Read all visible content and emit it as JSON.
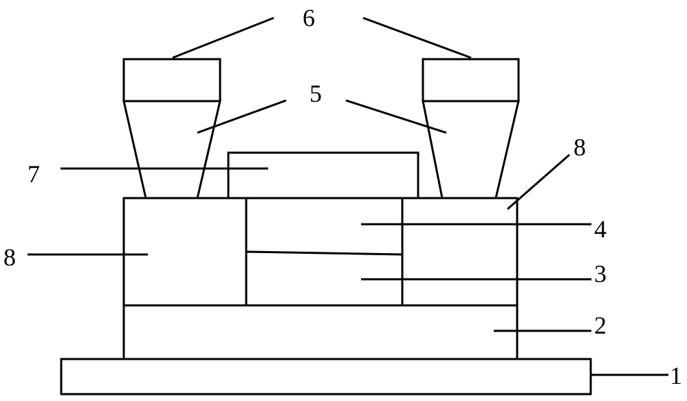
{
  "labels": {
    "n1": "1",
    "n2": "2",
    "n3": "3",
    "n4": "4",
    "n5": "5",
    "n6": "6",
    "n7": "7",
    "n8_left": "8",
    "n8_right": "8"
  },
  "colors": {
    "stroke": "#000000",
    "background": "#ffffff"
  }
}
